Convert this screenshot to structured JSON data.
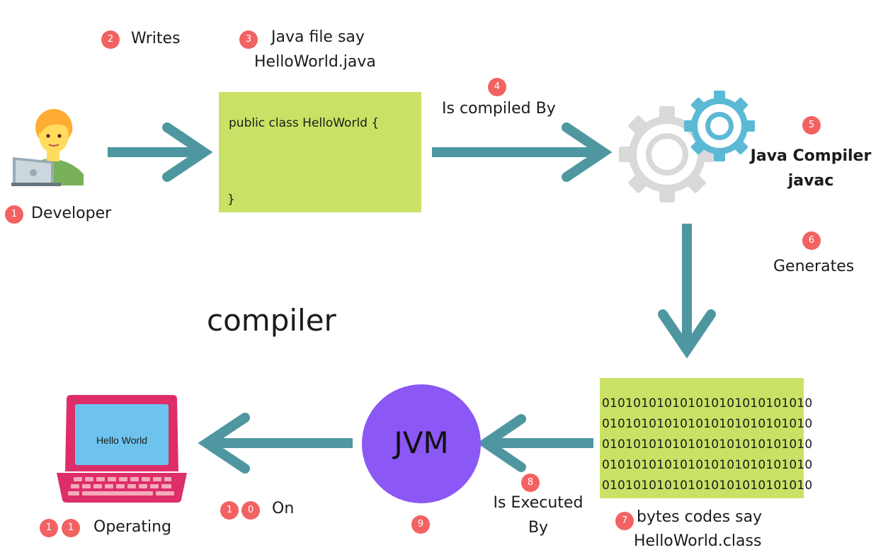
{
  "colors": {
    "arrow": "#4e97a0",
    "badge": "#f26262",
    "code_box": "#c9e265",
    "jvm": "#8b57f5"
  },
  "steps": {
    "developer": {
      "num": "1",
      "label": "Developer"
    },
    "writes": {
      "num": "2",
      "label": "Writes"
    },
    "java_file": {
      "num": "3",
      "line1": "Java file say",
      "line2": "HelloWorld.java"
    },
    "compiled_by": {
      "num": "4",
      "label": "Is compiled By"
    },
    "compiler": {
      "num": "5",
      "line1": "Java Compiler",
      "line2": "javac"
    },
    "generates": {
      "num": "6",
      "label": "Generates"
    },
    "bytecode": {
      "num": "7",
      "line1": "bytes codes say",
      "line2": "HelloWorld.class"
    },
    "executed_by": {
      "num": "8",
      "line1": "Is Executed",
      "line2": "By"
    },
    "jvm": {
      "num": "9",
      "label": "JVM"
    },
    "on": {
      "num_a": "1",
      "num_b": "0",
      "label": "On"
    },
    "operating": {
      "num_a": "1",
      "num_b": "1",
      "label": "Operating"
    }
  },
  "code": {
    "line1": "public class HelloWorld {",
    "line2": "}"
  },
  "bytecode_lines": [
    "010101010101010101010101010",
    "010101010101010101010101010",
    "010101010101010101010101010",
    "010101010101010101010101010",
    "010101010101010101010101010"
  ],
  "screen_text": "Hello World",
  "heading": "compiler",
  "icons": [
    "developer-icon",
    "gears-icon",
    "laptop-icon"
  ]
}
